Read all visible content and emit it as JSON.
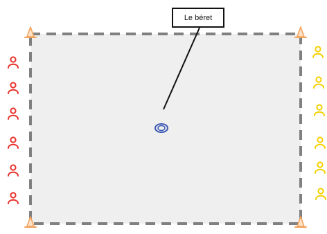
{
  "label": {
    "text": "Le béret"
  },
  "colors": {
    "field_fill": "#efefef",
    "border_dash": "#808080",
    "cone": "#f2a35c",
    "team_left": "#e8322b",
    "team_right": "#f5d000",
    "ball": "#3c5ab4",
    "pointer": "#111111"
  },
  "field": {
    "cones_count": 4
  },
  "team_left": {
    "icon": "person-icon",
    "count": 6
  },
  "team_right": {
    "icon": "person-icon",
    "count": 6
  },
  "ball": {
    "icon": "rugby-ball-icon"
  }
}
